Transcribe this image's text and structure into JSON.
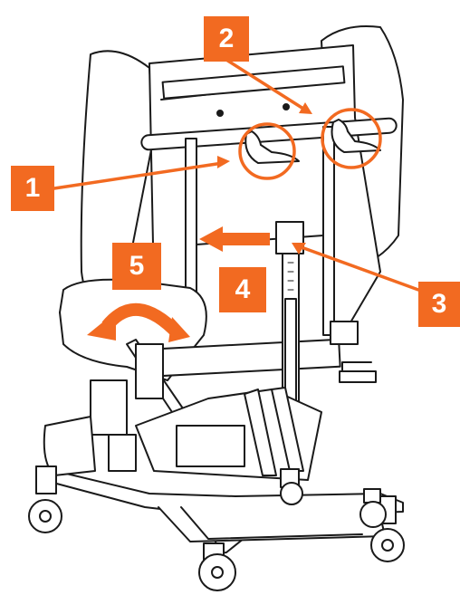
{
  "colors": {
    "accent": "#f26a21",
    "line": "#1a1a1a",
    "fill": "#ffffff",
    "shade": "#dcdcdc"
  },
  "callouts": {
    "c1": "1",
    "c2": "2",
    "c3": "3",
    "c4": "4",
    "c5": "5"
  },
  "icons": {
    "drawing": "standing-chair-line-drawing",
    "handle": "lever-handle-icon",
    "arrow": "arrow-icon",
    "rotate": "curved-rotate-arrow-icon"
  }
}
